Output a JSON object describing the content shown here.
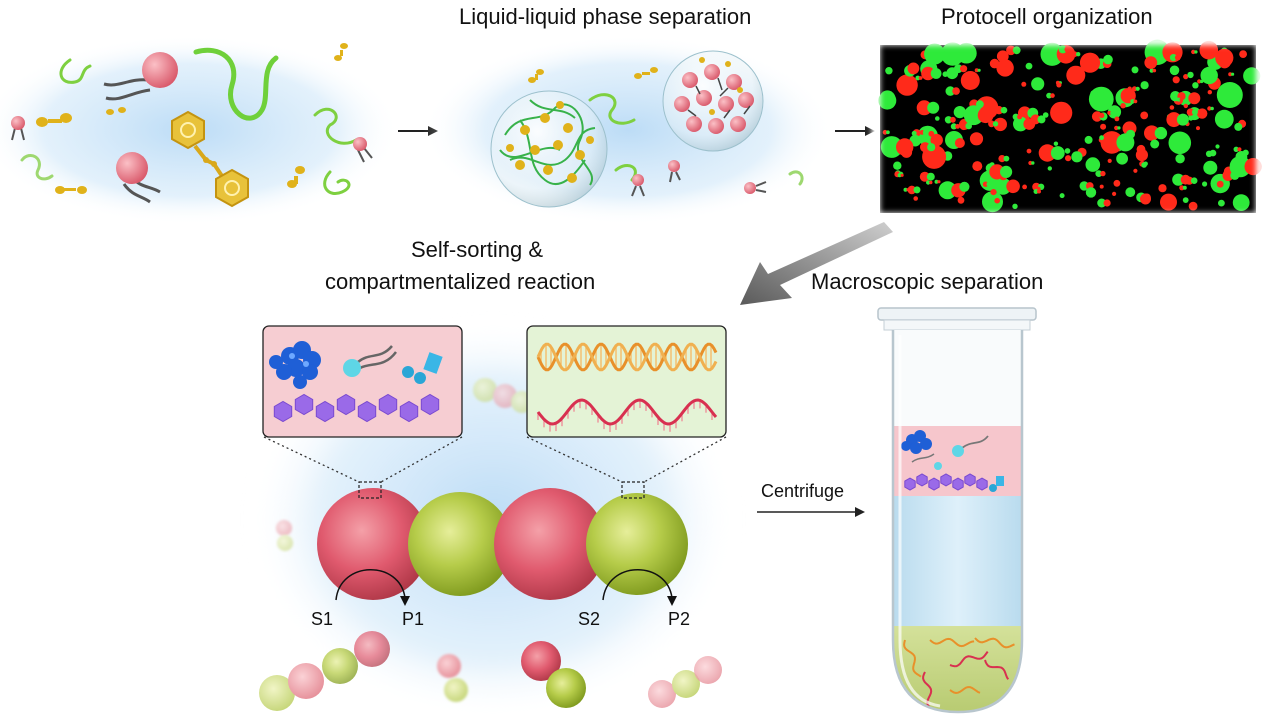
{
  "labels": {
    "llps": "Liquid-liquid phase separation",
    "protocell": "Protocell organization",
    "self_sorting_line1": "Self-sorting &",
    "self_sorting_line2": "compartmentalized reaction",
    "macroscopic": "Macroscopic separation",
    "centrifuge": "Centrifuge",
    "s1": "S1",
    "p1": "P1",
    "s2": "S2",
    "p2": "P2"
  },
  "colors": {
    "background_glow": "#bcdcf6",
    "red_droplet": "#e8506a",
    "green_droplet": "#b5cc4a",
    "microscopy_red": "#ff2a1a",
    "microscopy_green": "#2eea3a",
    "microscopy_bg": "#000000",
    "azo_gold": "#e0b21a",
    "polymer_green": "#6fd03a",
    "lipid_head_pink": "#e8707e",
    "protein_blue": "#1f5fd6",
    "hexagon_purple": "#9a6ae8",
    "dna_orange": "#f0a040",
    "rna_red": "#e04860",
    "tube_liquid_blue": "#cfe6f4",
    "tube_bottom_green": "#c9d98a",
    "tube_top_pink": "#f6c6cc"
  },
  "icons": [
    "lipid-head-icon",
    "azobenzene-icon",
    "polymer-strand-icon",
    "protein-cluster-icon",
    "dna-helix-icon",
    "rna-wave-icon",
    "hexagon-chain-icon",
    "arrow-icon"
  ]
}
